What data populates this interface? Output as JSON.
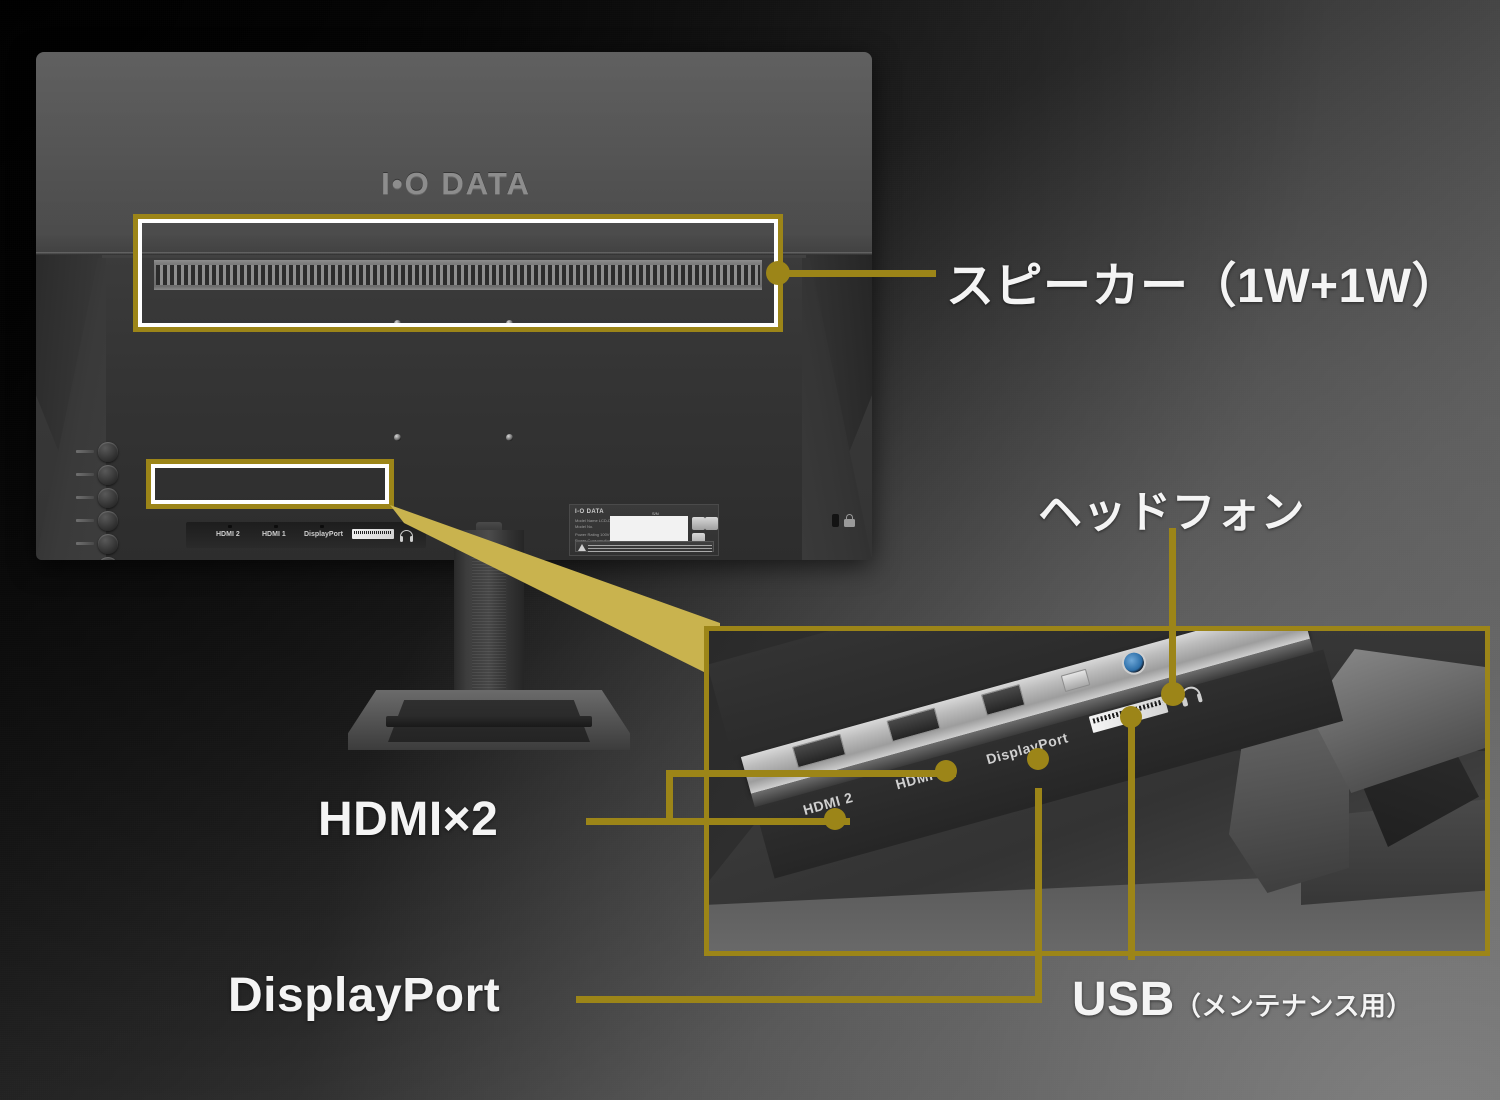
{
  "page": {
    "kind": "product-feature-diagram",
    "subject": "I-O DATA LCD monitor rear view with port callouts",
    "accent_color": "#9c8518",
    "wedge_color": "#c9b34e",
    "label_color": "#f4f4f4",
    "background": "dark-gray diagonal gradient"
  },
  "callouts": [
    {
      "id": "speaker",
      "label": "スピーカー（1W+1W）"
    },
    {
      "id": "headphone",
      "label": "ヘッドフォン"
    },
    {
      "id": "hdmi",
      "label": "HDMI×2"
    },
    {
      "id": "displayport",
      "label": "DisplayPort"
    },
    {
      "id": "usb",
      "label": "USB",
      "sub": "（メンテナンス用）"
    }
  ],
  "monitor": {
    "brand_logo": "I•O DATA",
    "rear_port_labels": [
      "HDMI 2",
      "HDMI 1",
      "DisplayPort"
    ],
    "spec_label": {
      "brand": "I-O DATA",
      "lines": [
        "Model Name  LCD-DF241EDVB",
        "Model No.",
        "Power Rating  100V~ 50/60Hz 0.7A",
        "Power Consumption  30W"
      ],
      "serial_caption": "S/N"
    },
    "icons": {
      "power": "power-icon",
      "lock": "kensington-lock-icon",
      "headphone": "headphone-icon",
      "windows": "windows-badge-icon"
    },
    "osd_button_count": 6
  },
  "inset": {
    "caption": "close-up photo of the connector bay",
    "port_labels": [
      "HDMI 2",
      "HDMI 1",
      "DisplayPort"
    ],
    "ports": [
      "hdmi-2-port",
      "hdmi-1-port",
      "displayport-port",
      "usb-maintenance-port",
      "headphone-jack"
    ]
  }
}
